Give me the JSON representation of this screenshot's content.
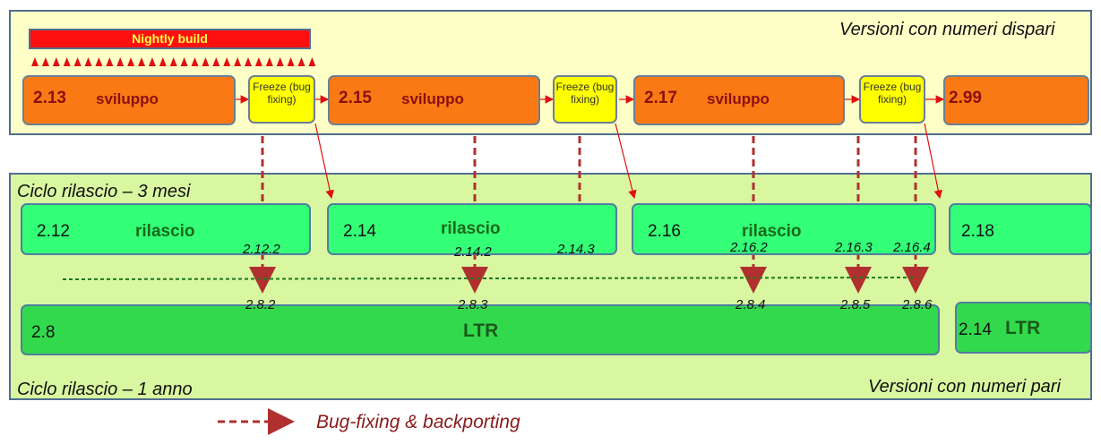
{
  "header": {
    "odd_versions_label": "Versioni con numeri dispari",
    "nightly_build_label": "Nightly build"
  },
  "dev_boxes": [
    {
      "version": "2.13",
      "label": "sviluppo"
    },
    {
      "version": "2.15",
      "label": "sviluppo"
    },
    {
      "version": "2.17",
      "label": "sviluppo"
    },
    {
      "version": "2.99",
      "label": ""
    }
  ],
  "freeze_boxes": [
    {
      "label": "Freeze (bug fixing)"
    },
    {
      "label": "Freeze (bug fixing)"
    },
    {
      "label": "Freeze (bug fixing)"
    }
  ],
  "release_cycle": {
    "three_month_label": "Ciclo rilascio – 3 mesi",
    "one_year_label": "Ciclo rilascio – 1 anno",
    "even_versions_label": "Versioni con numeri pari"
  },
  "release_boxes": [
    {
      "version": "2.12",
      "label": "rilascio"
    },
    {
      "version": "2.14",
      "label": "rilascio"
    },
    {
      "version": "2.16",
      "label": "rilascio"
    },
    {
      "version": "2.18",
      "label": ""
    }
  ],
  "point_releases": [
    "2.12.2",
    "2.14.2",
    "2.14.3",
    "2.16.2",
    "2.16.3",
    "2.16.4"
  ],
  "ltr_points": [
    "2.8.2",
    "2.8.3",
    "2.8.4",
    "2.8.5",
    "2.8.6"
  ],
  "ltr_boxes": [
    {
      "version": "2.8",
      "label": "LTR"
    },
    {
      "version": "2.14",
      "label": "LTR"
    }
  ],
  "legend": {
    "label": "Bug-fixing & backporting"
  },
  "colors": {
    "dev": "#f97a14",
    "freeze": "#ffff00",
    "release": "#33ff77",
    "ltr": "#33d94d",
    "backport_arrow": "#b03030",
    "nightly": "#ff1010"
  }
}
